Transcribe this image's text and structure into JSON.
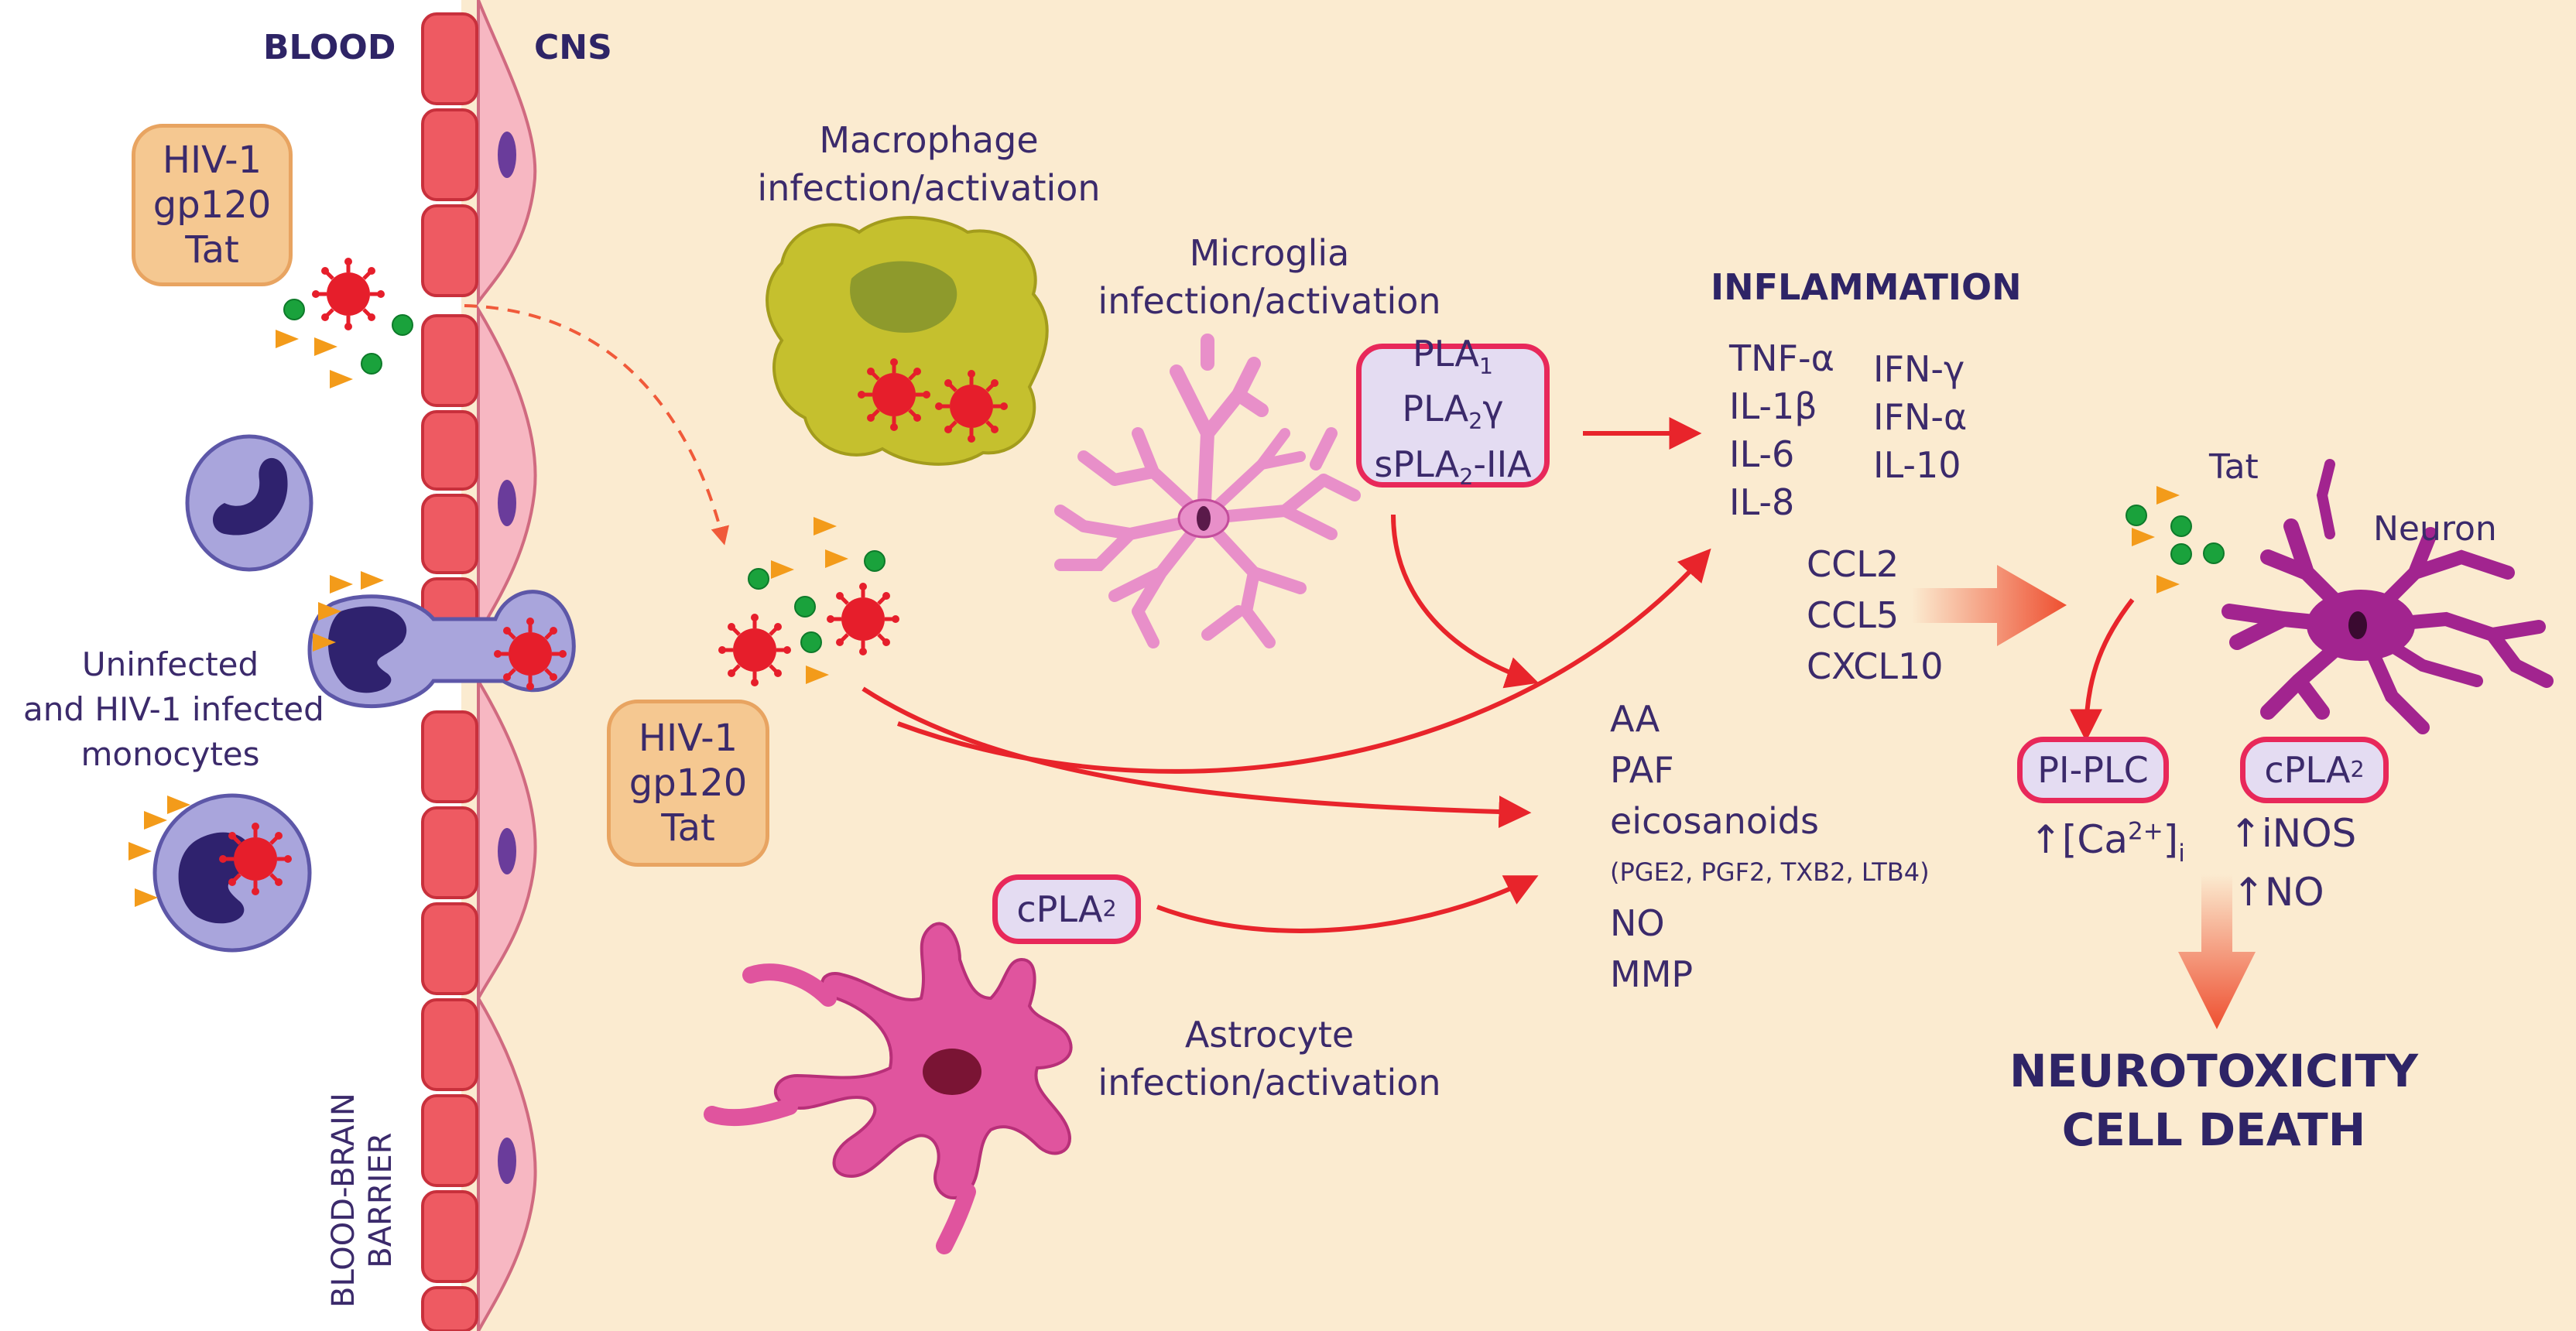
{
  "labels": {
    "blood": "BLOOD",
    "cns": "CNS",
    "bbb_line1": "BLOOD-BRAIN",
    "bbb_line2": "BARRIER",
    "monocytes_line1": "Uninfected",
    "monocytes_line2": "and HIV-1 infected",
    "monocytes_line3": "monocytes",
    "macrophage_line1": "Macrophage",
    "macrophage_line2": "infection/activation",
    "microglia_line1": "Microglia",
    "microglia_line2": "infection/activation",
    "astrocyte_line1": "Astrocyte",
    "astrocyte_line2": "infection/activation",
    "inflammation": "INFLAMMATION",
    "tat": "Tat",
    "neuron": "Neuron",
    "neurotox_line1": "NEUROTOXICITY",
    "neurotox_line2": "CELL DEATH"
  },
  "viral_box_top": [
    "HIV-1",
    "gp120",
    "Tat"
  ],
  "viral_box_mid": [
    "HIV-1",
    "gp120",
    "Tat"
  ],
  "pla_box": {
    "line1_main": "PLA",
    "line1_sub": "1",
    "line2_main": "PLA",
    "line2_sub": "2",
    "line2_greek": "γ",
    "line3_main": "sPLA",
    "line3_sub": "2",
    "line3_tail": "-IIA"
  },
  "cytokines_left": [
    "TNF-α",
    "IL-1β",
    "IL-6",
    "IL-8"
  ],
  "cytokines_right": [
    "IFN-γ",
    "IFN-α",
    "IL-10"
  ],
  "chemokines": [
    "CCL2",
    "CCL5",
    "CXCL10"
  ],
  "mediators": [
    "AA",
    "PAF",
    "eicosanoids",
    "(PGE2, PGF2, TXB2, LTB4)",
    "NO",
    "MMP"
  ],
  "cpla2_astro": {
    "main": "cPLA",
    "sub": "2"
  },
  "piplc": "PI-PLC",
  "cpla2_neuron": {
    "main": "cPLA",
    "sub": "2"
  },
  "calcium": {
    "arrow": "↑",
    "open": "[Ca",
    "sup": "2+",
    "close": "]",
    "sub": "i"
  },
  "inos": "↑iNOS",
  "no": "↑NO",
  "colors": {
    "background": "#fbebd0",
    "barrier": "#ee5a62",
    "arrow": "#e8242b",
    "virus": "#e61e2b",
    "macrophage": "#c5c02e",
    "microglia": "#e88fc9",
    "astrocyte": "#e0549e",
    "neuron": "#a2248f",
    "monocyte": "#a9a5dc"
  }
}
